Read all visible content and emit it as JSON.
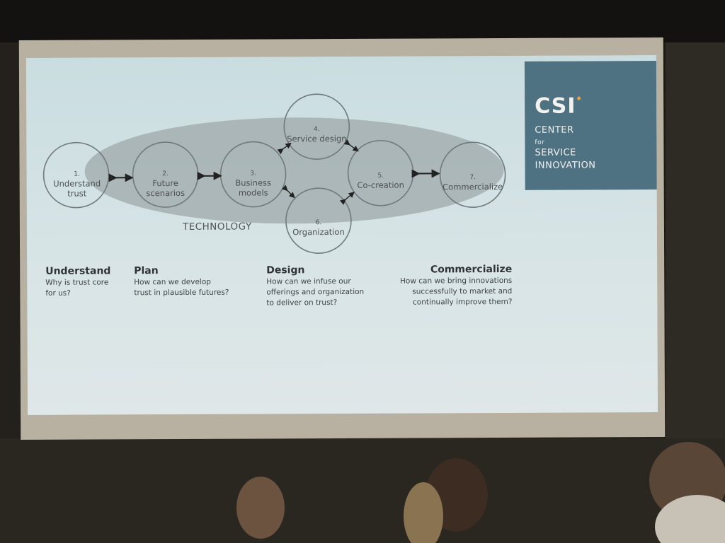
{
  "diagram": {
    "steps": [
      {
        "num": "1.",
        "label": "Understand\ntrust"
      },
      {
        "num": "2.",
        "label": "Future\nscenarios"
      },
      {
        "num": "3.",
        "label": "Business\nmodels"
      },
      {
        "num": "4.",
        "label": "Service design"
      },
      {
        "num": "5.",
        "label": "Co-creation"
      },
      {
        "num": "6.",
        "label": "Organization"
      },
      {
        "num": "7.",
        "label": "Commercialize"
      }
    ],
    "technology_label": "TECHNOLOGY"
  },
  "phases": [
    {
      "title": "Understand",
      "question": "Why is trust core\nfor us?"
    },
    {
      "title": "Plan",
      "question": "How can we develop\ntrust in plausible futures?"
    },
    {
      "title": "Design",
      "question": "How can we infuse our\nofferings and organization\nto deliver on trust?"
    },
    {
      "title": "Commercialize",
      "question": "How can we bring innovations\nsuccessfully to market and\ncontinually improve them?"
    }
  ],
  "logo": {
    "acronym": "CSI",
    "line1": "CENTER",
    "line2": "for",
    "line3": "SERVICE",
    "line4": "INNOVATION",
    "color": "#4f7282",
    "dot_color": "#e8a23a"
  }
}
